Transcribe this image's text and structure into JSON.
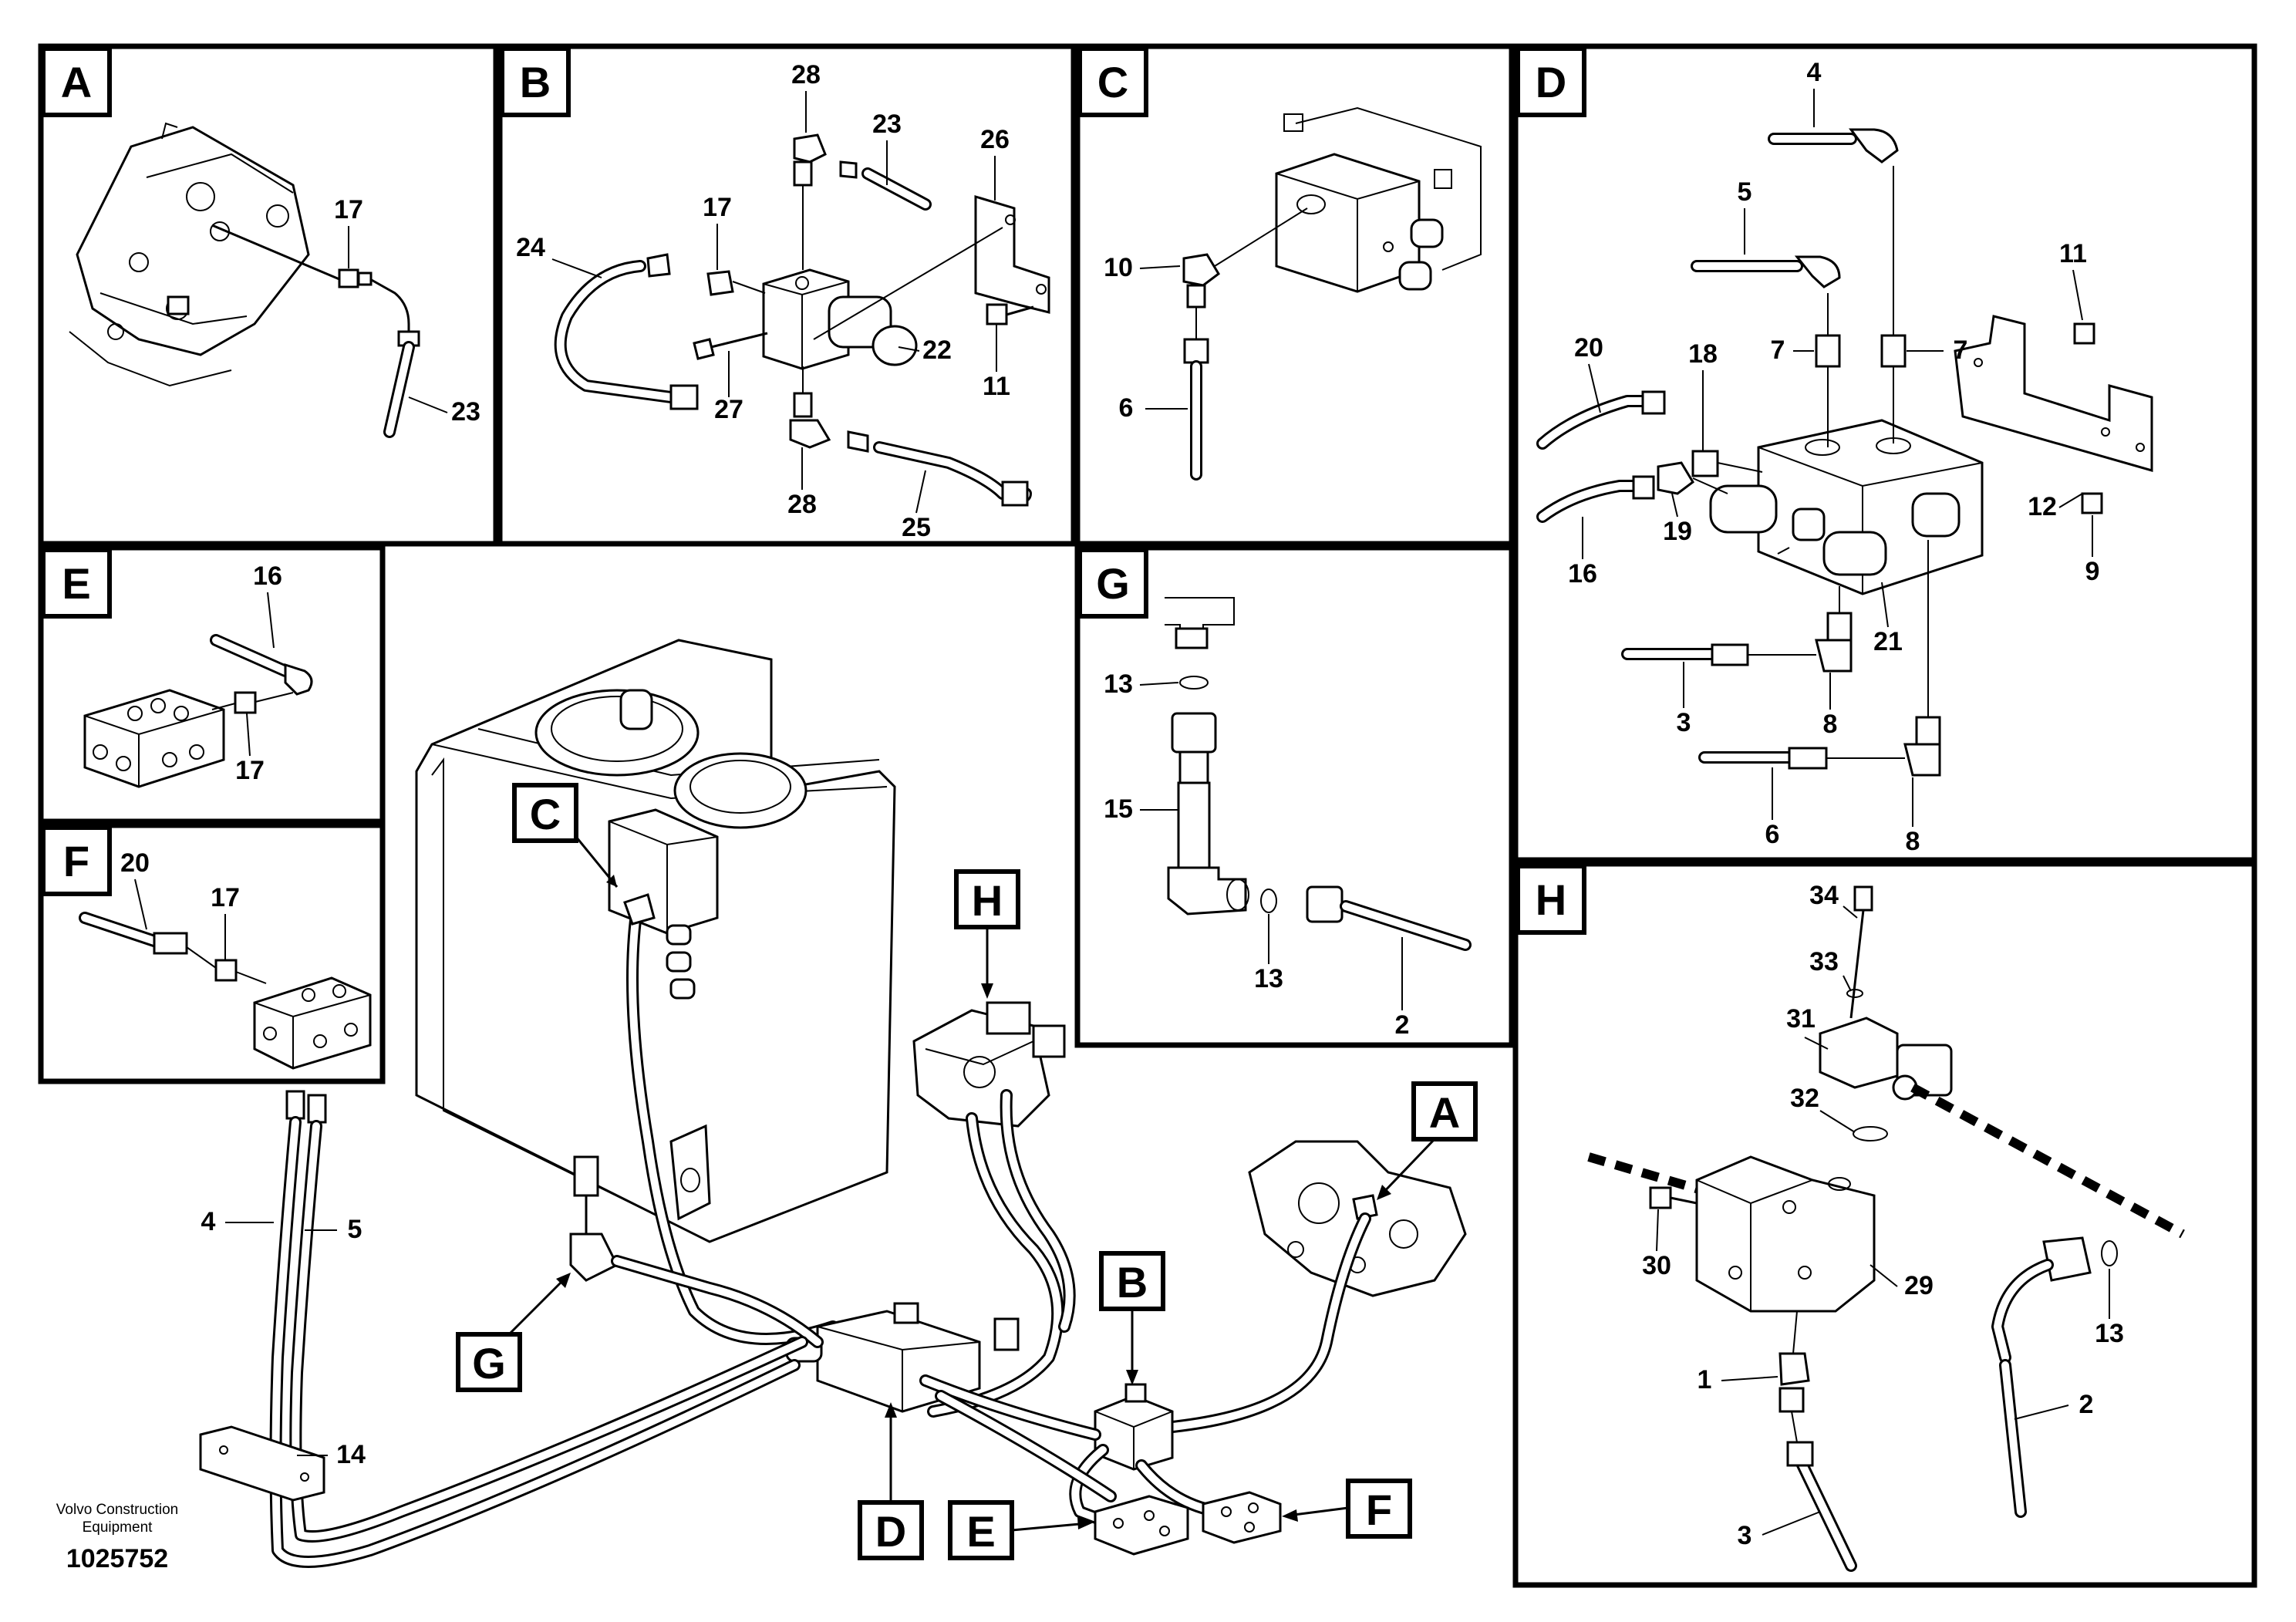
{
  "panels": {
    "A": {
      "letter": "A",
      "labels": [
        "17",
        "23"
      ]
    },
    "B": {
      "letter": "B",
      "labels": [
        "28",
        "23",
        "26",
        "17",
        "24",
        "22",
        "27",
        "11",
        "28",
        "25"
      ]
    },
    "C": {
      "letter": "C",
      "labels": [
        "10",
        "6"
      ]
    },
    "D": {
      "letter": "D",
      "labels": [
        "4",
        "5",
        "11",
        "7",
        "7",
        "20",
        "18",
        "19",
        "12",
        "16",
        "9",
        "21",
        "3",
        "8",
        "6",
        "8"
      ]
    },
    "E": {
      "letter": "E",
      "labels": [
        "16",
        "17"
      ]
    },
    "F": {
      "letter": "F",
      "labels": [
        "20",
        "17"
      ]
    },
    "G": {
      "letter": "G",
      "labels": [
        "13",
        "15",
        "13",
        "2"
      ]
    },
    "H": {
      "letter": "H",
      "labels": [
        "34",
        "33",
        "31",
        "32",
        "30",
        "29",
        "13",
        "1",
        "2",
        "3"
      ]
    }
  },
  "main": {
    "callouts": [
      "C",
      "H",
      "A",
      "B",
      "G",
      "D",
      "E",
      "F"
    ],
    "labels": [
      "4",
      "5",
      "14"
    ]
  },
  "footer": {
    "company_line1": "Volvo Construction",
    "company_line2": "Equipment",
    "drawing_number": "1025752"
  }
}
